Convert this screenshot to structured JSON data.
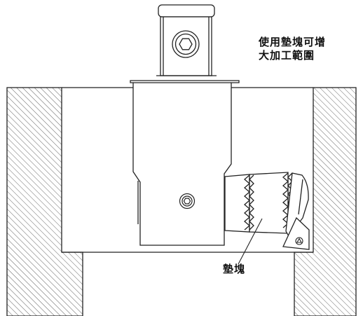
{
  "annotation": {
    "line1": "使用墊塊可增",
    "line2": "大加工範圍"
  },
  "pad_label": "墊塊",
  "colors": {
    "line": "#222222",
    "hatch": "#555555",
    "background": "#ffffff"
  }
}
